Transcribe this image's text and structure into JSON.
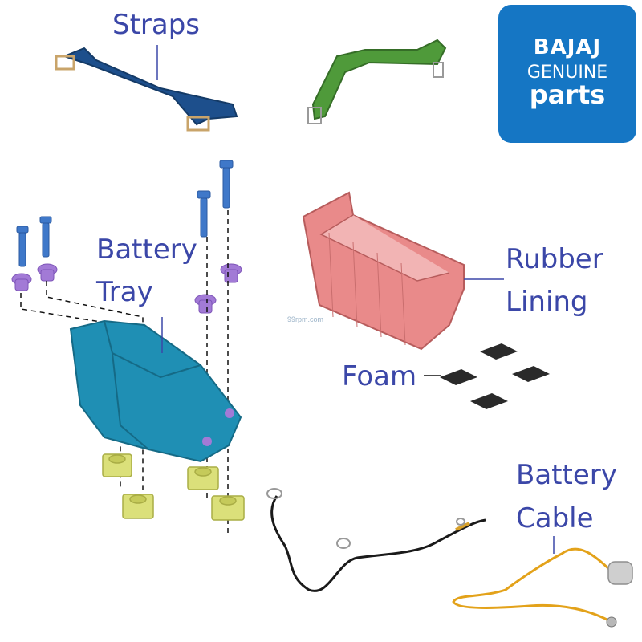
{
  "labels": {
    "straps": "Straps",
    "battery_tray_line1": "Battery",
    "battery_tray_line2": "Tray",
    "rubber_lining_line1": "Rubber",
    "rubber_lining_line2": "Lining",
    "foam": "Foam",
    "battery_cable_line1": "Battery",
    "battery_cable_line2": "Cable"
  },
  "logo": {
    "line1": "BAJAJ",
    "line2": "GENUINE",
    "line3": "parts",
    "color": "#1576c4"
  },
  "watermark": "99rpm.com",
  "colors": {
    "label": "#3b47a8",
    "strap_blue": "#1d4f8c",
    "strap_green": "#4f9a3a",
    "tray": "#1f8fb4",
    "bolt": "#3f78c9",
    "washer": "#a27ad6",
    "rubber_lining": "#e98a8a",
    "foam": "#2a2a2a",
    "mount": "#dbe07a",
    "cable_black": "#1a1a1a",
    "cable_orange": "#e3a21a"
  }
}
